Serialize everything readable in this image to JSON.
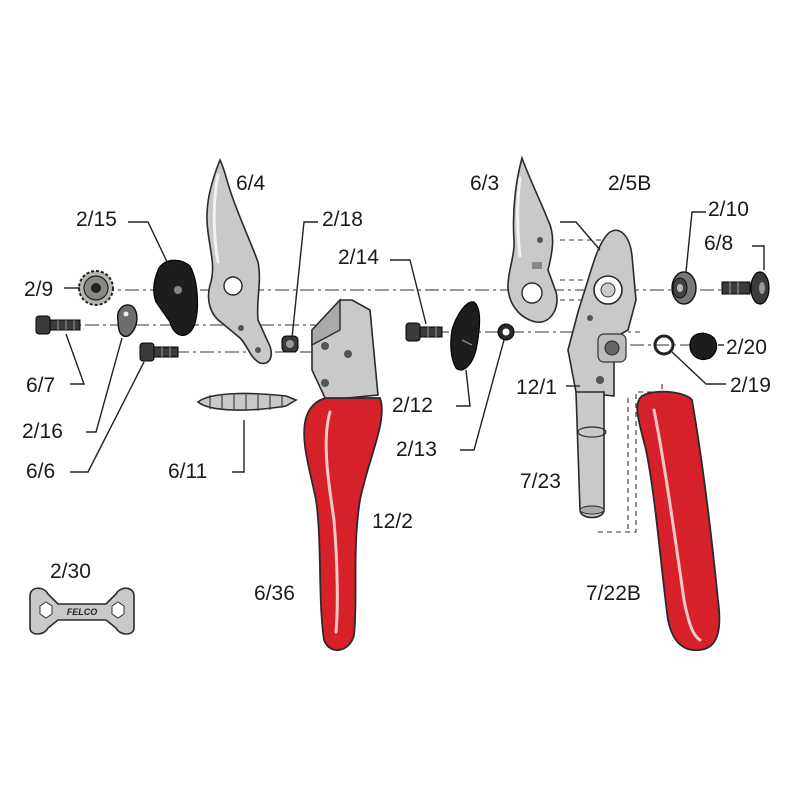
{
  "diagram": {
    "labels": {
      "p6_4": "6/4",
      "p2_15": "2/15",
      "p2_9": "2/9",
      "p2_18": "2/18",
      "p2_14": "2/14",
      "p6_7": "6/7",
      "p2_16": "2/16",
      "p6_6": "6/6",
      "p6_11": "6/11",
      "p2_12": "2/12",
      "p2_13": "2/13",
      "p12_2": "12/2",
      "p6_36": "6/36",
      "p6_3": "6/3",
      "p2_5B": "2/5B",
      "p2_10": "2/10",
      "p6_8": "6/8",
      "p2_20": "2/20",
      "p12_1": "12/1",
      "p2_19": "2/19",
      "p7_23": "7/23",
      "p7_22B": "7/22B",
      "p2_30": "2/30"
    },
    "logo_text": "FELCO",
    "colors": {
      "handle_red": "#d6212b",
      "metal": "#c9c9cb",
      "black_parts": "#1d1d1f"
    }
  }
}
